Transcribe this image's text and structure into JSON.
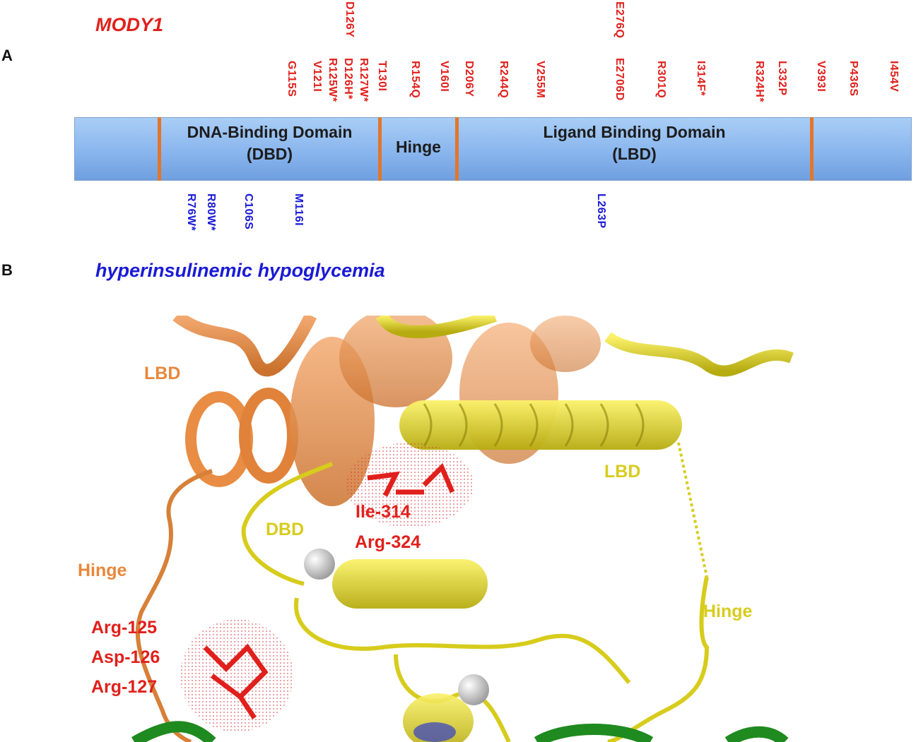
{
  "panels": {
    "a": "A",
    "b": "B"
  },
  "legend": {
    "mody1": "MODY1",
    "hh": "hyperinsulinemic hypoglycemia"
  },
  "mody1_mutations": [
    "G115S",
    "V121I",
    "R125W*",
    "D126H*",
    "D126Y",
    "R127W*",
    "T130I",
    "R154Q",
    "V160I",
    "D206Y",
    "R244Q",
    "V255M",
    "E276Q",
    "E2706D",
    "R301Q",
    "I314F*",
    "R324H*",
    "L332P",
    "V393I",
    "P436S",
    "I454V"
  ],
  "hh_mutations": [
    "R76W*",
    "R80W*",
    "C106S",
    "M116I",
    "L263P"
  ],
  "domains": {
    "dbd_line1": "DNA-Binding Domain",
    "dbd_line2": "(DBD)",
    "hinge": "Hinge",
    "lbd_line1": "Ligand Binding Domain",
    "lbd_line2": "(LBD)"
  },
  "structure_labels": {
    "lbd_orange": "LBD",
    "hinge_orange": "Hinge",
    "arg125": "Arg-125",
    "asp126": "Asp-126",
    "arg127": "Arg-127",
    "lbd_yellow": "LBD",
    "dbd_yellow": "DBD",
    "ile314": "Ile-314",
    "arg324": "Arg-324",
    "hinge_yellow": "Hinge"
  },
  "colors": {
    "mody1": "#e0201c",
    "hh": "#1a1ad6",
    "orange_chain": "#e8873a",
    "yellow_chain": "#e6dc2a",
    "hotspot": "#e0201c",
    "dna": "#1f8a1f"
  }
}
